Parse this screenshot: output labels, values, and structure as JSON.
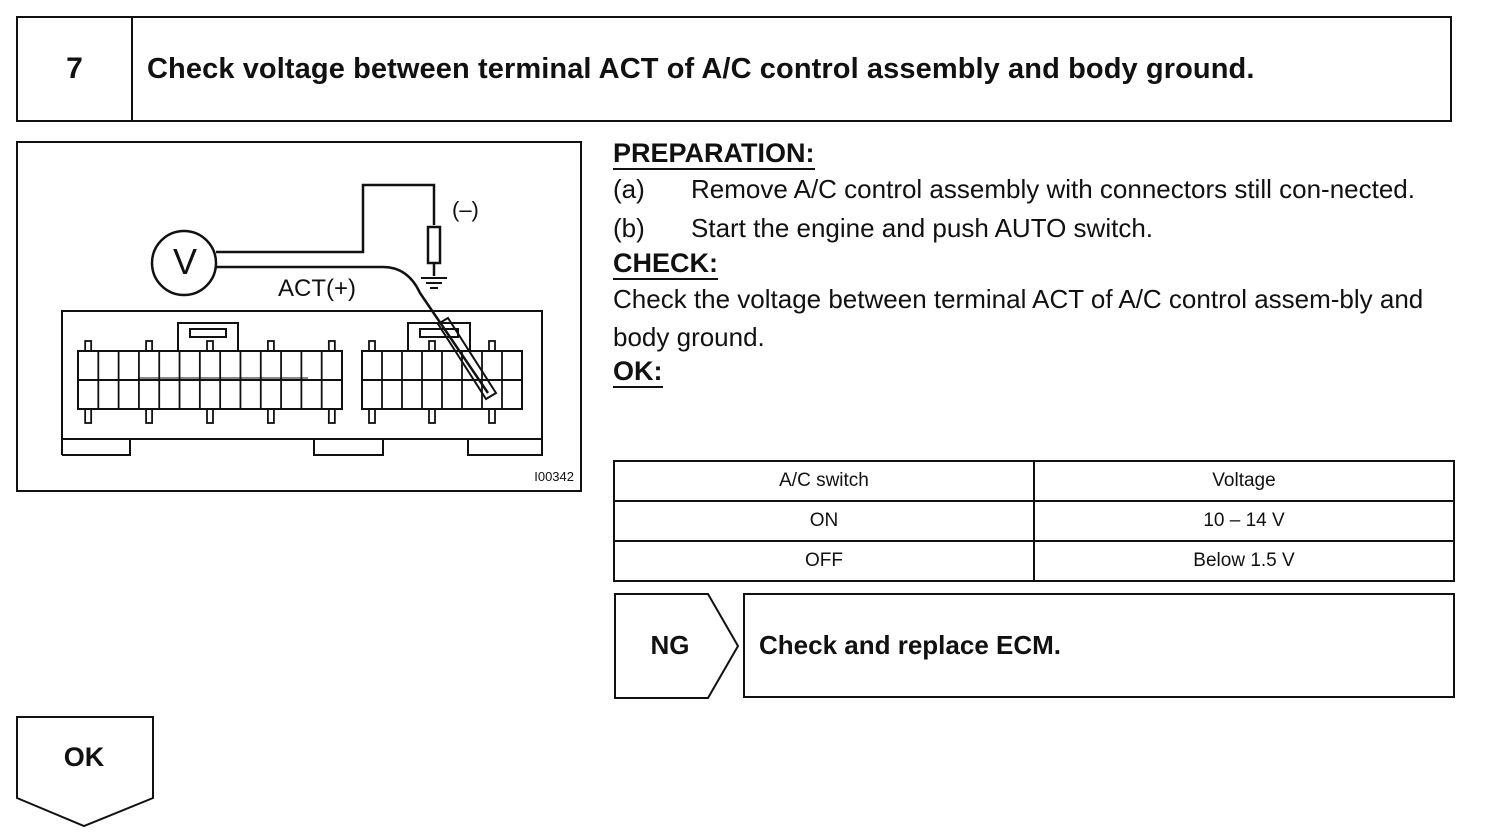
{
  "step": {
    "number": "7",
    "title": "Check voltage between terminal ACT of A/C control assembly and body ground."
  },
  "illustration": {
    "meter_symbol": "V",
    "negative_label": "(–)",
    "positive_label": "ACT(+)",
    "figure_id": "I00342"
  },
  "preparation": {
    "heading": "PREPARATION:",
    "items": [
      {
        "label": "(a)",
        "text": "Remove A/C control assembly with connectors still con-nected."
      },
      {
        "label": "(b)",
        "text": "Start the engine and push AUTO switch."
      }
    ]
  },
  "check": {
    "heading": "CHECK:",
    "text": "Check the voltage between terminal ACT of A/C control assem-bly and body ground."
  },
  "ok": {
    "heading": "OK:",
    "table": {
      "headers": [
        "A/C switch",
        "Voltage"
      ],
      "rows": [
        [
          "ON",
          "10 – 14 V"
        ],
        [
          "OFF",
          "Below 1.5 V"
        ]
      ]
    }
  },
  "ng": {
    "label": "NG",
    "action": "Check and replace ECM."
  },
  "ok_flow": {
    "label": "OK"
  }
}
